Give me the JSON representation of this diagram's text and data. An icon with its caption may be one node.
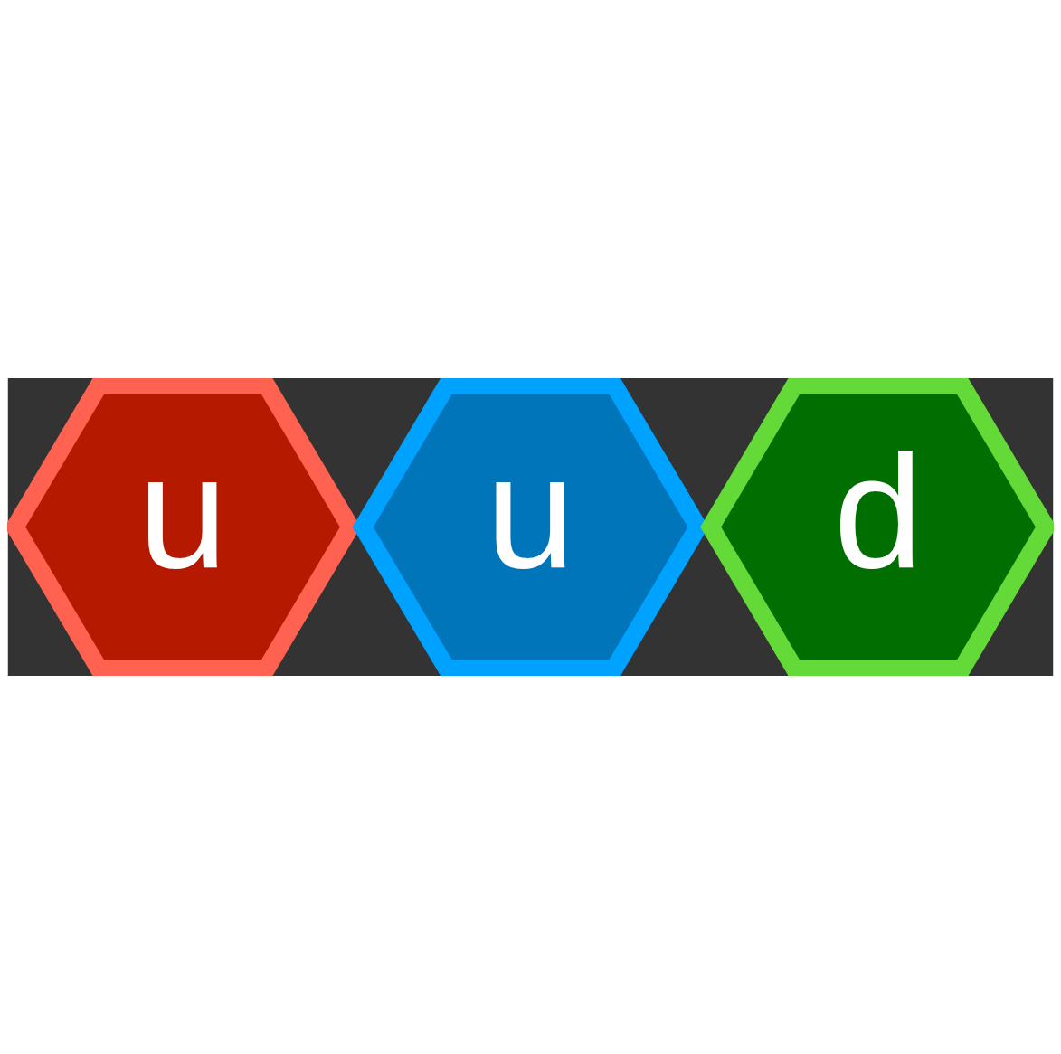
{
  "diagram": {
    "nodes": [
      {
        "text": [
          "u"
        ]
      },
      {
        "text": [
          "u"
        ]
      },
      {
        "text": [
          "d"
        ]
      }
    ]
  }
}
